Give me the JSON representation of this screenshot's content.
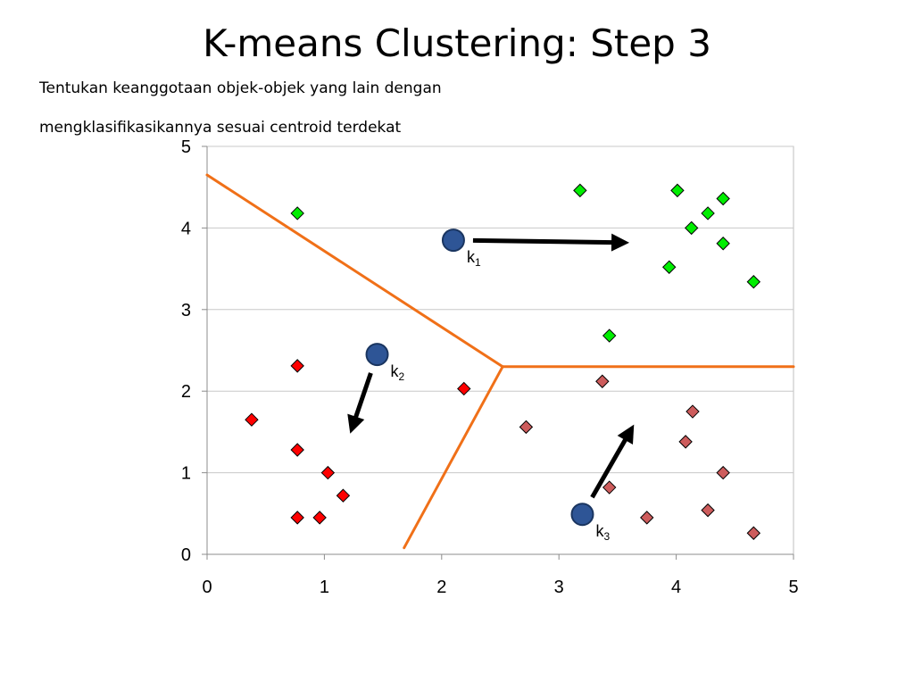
{
  "slide": {
    "title": "K-means Clustering: Step 3",
    "subtitle_line1": "Tentukan  keanggotaan objek-objek yang lain dengan",
    "subtitle_line2": "mengklasifikasikannya sesuai centroid terdekat"
  },
  "colors": {
    "cluster1": "#00ee00",
    "cluster2": "#ff0000",
    "cluster3": "#cd5c5c",
    "centroid": "#2e5596",
    "boundary": "#f07018",
    "grid": "#c8c8c8",
    "arrow": "#000000"
  },
  "chart_data": {
    "type": "scatter",
    "xlim": [
      0,
      5
    ],
    "ylim": [
      0,
      5
    ],
    "x_ticks": [
      0,
      1,
      2,
      3,
      4,
      5
    ],
    "y_ticks": [
      0,
      1,
      2,
      3,
      4,
      5
    ],
    "grid": "horizontal",
    "series": [
      {
        "cluster": 1,
        "marker": "diamond",
        "points": [
          [
            0.77,
            4.18
          ],
          [
            3.18,
            4.46
          ],
          [
            4.01,
            4.46
          ],
          [
            4.4,
            4.36
          ],
          [
            4.27,
            4.18
          ],
          [
            4.13,
            4.0
          ],
          [
            4.4,
            3.81
          ],
          [
            3.94,
            3.52
          ],
          [
            4.66,
            3.34
          ],
          [
            3.43,
            2.68
          ]
        ]
      },
      {
        "cluster": 2,
        "marker": "diamond",
        "points": [
          [
            0.77,
            2.31
          ],
          [
            2.19,
            2.03
          ],
          [
            0.38,
            1.65
          ],
          [
            0.77,
            1.28
          ],
          [
            1.03,
            1.0
          ],
          [
            1.16,
            0.72
          ],
          [
            0.77,
            0.45
          ],
          [
            0.96,
            0.45
          ]
        ]
      },
      {
        "cluster": 3,
        "marker": "diamond",
        "points": [
          [
            3.37,
            2.12
          ],
          [
            2.72,
            1.56
          ],
          [
            4.14,
            1.75
          ],
          [
            4.08,
            1.38
          ],
          [
            4.4,
            1.0
          ],
          [
            3.43,
            0.82
          ],
          [
            3.75,
            0.45
          ],
          [
            4.27,
            0.54
          ],
          [
            4.66,
            0.26
          ]
        ]
      }
    ],
    "centroids": [
      {
        "label": "k",
        "sub": "1",
        "x": 2.1,
        "y": 3.85,
        "arrow_to": [
          3.6,
          3.82
        ]
      },
      {
        "label": "k",
        "sub": "2",
        "x": 1.45,
        "y": 2.45,
        "arrow_to": [
          1.22,
          1.48
        ]
      },
      {
        "label": "k",
        "sub": "3",
        "x": 3.2,
        "y": 0.49,
        "arrow_to": [
          3.64,
          1.59
        ]
      }
    ],
    "boundaries": [
      [
        [
          0.0,
          4.65
        ],
        [
          2.52,
          2.3
        ]
      ],
      [
        [
          2.52,
          2.3
        ],
        [
          5.0,
          2.3
        ]
      ],
      [
        [
          2.52,
          2.3
        ],
        [
          1.68,
          0.08
        ]
      ]
    ]
  }
}
